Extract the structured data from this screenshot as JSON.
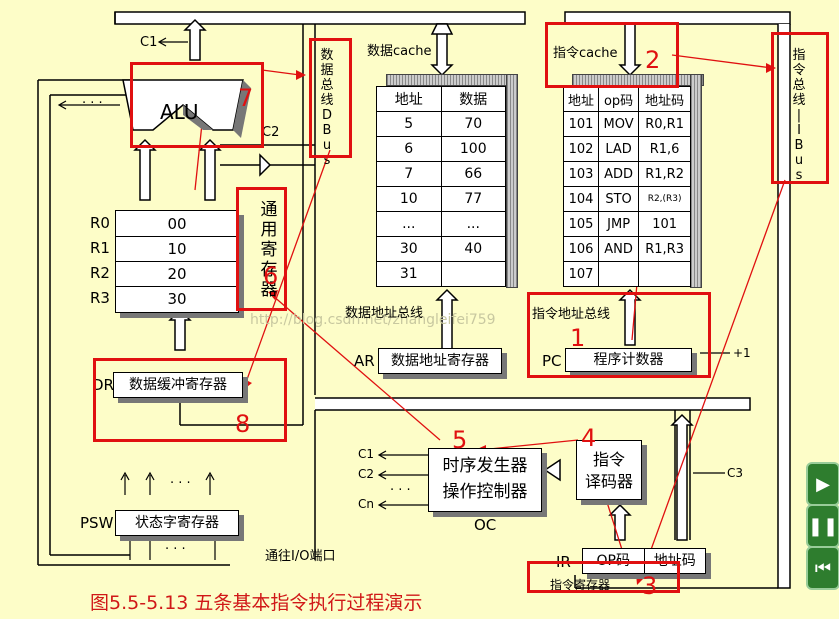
{
  "caption": "图5.5-5.13 五条基本指令执行过程演示",
  "watermark": "http://blog.csdn.net/zhangleifei759",
  "alu": {
    "label": "ALU",
    "c1": "C1",
    "c2": "C2",
    "dots": "· · ·"
  },
  "registers": {
    "names": [
      "R0",
      "R1",
      "R2",
      "R3"
    ],
    "values": [
      "00",
      "10",
      "20",
      "30"
    ],
    "title": [
      "通",
      "用",
      "寄",
      "存",
      "器"
    ]
  },
  "data_bus": {
    "chars": [
      "数",
      "据",
      "总",
      "线",
      "D",
      "B",
      "u",
      "s"
    ]
  },
  "instr_bus": {
    "chars": [
      "指",
      "令",
      "总",
      "线",
      "I",
      "B",
      "u",
      "s"
    ]
  },
  "data_cache": {
    "label": "数据cache",
    "headers": [
      "地址",
      "数据"
    ],
    "rows": [
      [
        "5",
        "70"
      ],
      [
        "6",
        "100"
      ],
      [
        "7",
        "66"
      ],
      [
        "10",
        "77"
      ],
      [
        "...",
        "..."
      ],
      [
        "30",
        "40"
      ],
      [
        "31",
        ""
      ]
    ]
  },
  "instr_cache": {
    "label": "指令cache",
    "headers": [
      "地址",
      "op码",
      "地址码"
    ],
    "rows": [
      [
        "101",
        "MOV",
        "R0,R1"
      ],
      [
        "102",
        "LAD",
        "R1,6"
      ],
      [
        "103",
        "ADD",
        "R1,R2"
      ],
      [
        "104",
        "STO",
        "R2,(R3)"
      ],
      [
        "105",
        "JMP",
        "101"
      ],
      [
        "106",
        "AND",
        "R1,R3"
      ],
      [
        "107",
        "",
        ""
      ]
    ]
  },
  "data_addr_bus": "数据地址总线",
  "ar": {
    "tag": "AR",
    "label": "数据地址寄存器"
  },
  "instr_addr_bus": "指令地址总线",
  "pc": {
    "tag": "PC",
    "label": "程序计数器",
    "inc": "+1"
  },
  "dr": {
    "tag": "DR",
    "label": "数据缓冲寄存器"
  },
  "psw": {
    "tag": "PSW",
    "label": "状态字寄存器",
    "dots": "· · ·"
  },
  "io_label": "通往I/O端口",
  "oc": {
    "line1": "时序发生器",
    "line2": "操作控制器",
    "tag": "OC",
    "outs": [
      "C1",
      "C2",
      "Cn"
    ],
    "dots": "· · ·"
  },
  "decoder": {
    "line1": "指令",
    "line2": "译码器",
    "c3": "C3"
  },
  "ir": {
    "tag": "IR",
    "op": "OP码",
    "addr": "地址码",
    "label": "指令寄存器"
  },
  "steps": [
    "1",
    "2",
    "3",
    "4",
    "5",
    "6",
    "7",
    "8"
  ],
  "nav": [
    "play-icon",
    "pause-icon",
    "rewind-icon"
  ]
}
